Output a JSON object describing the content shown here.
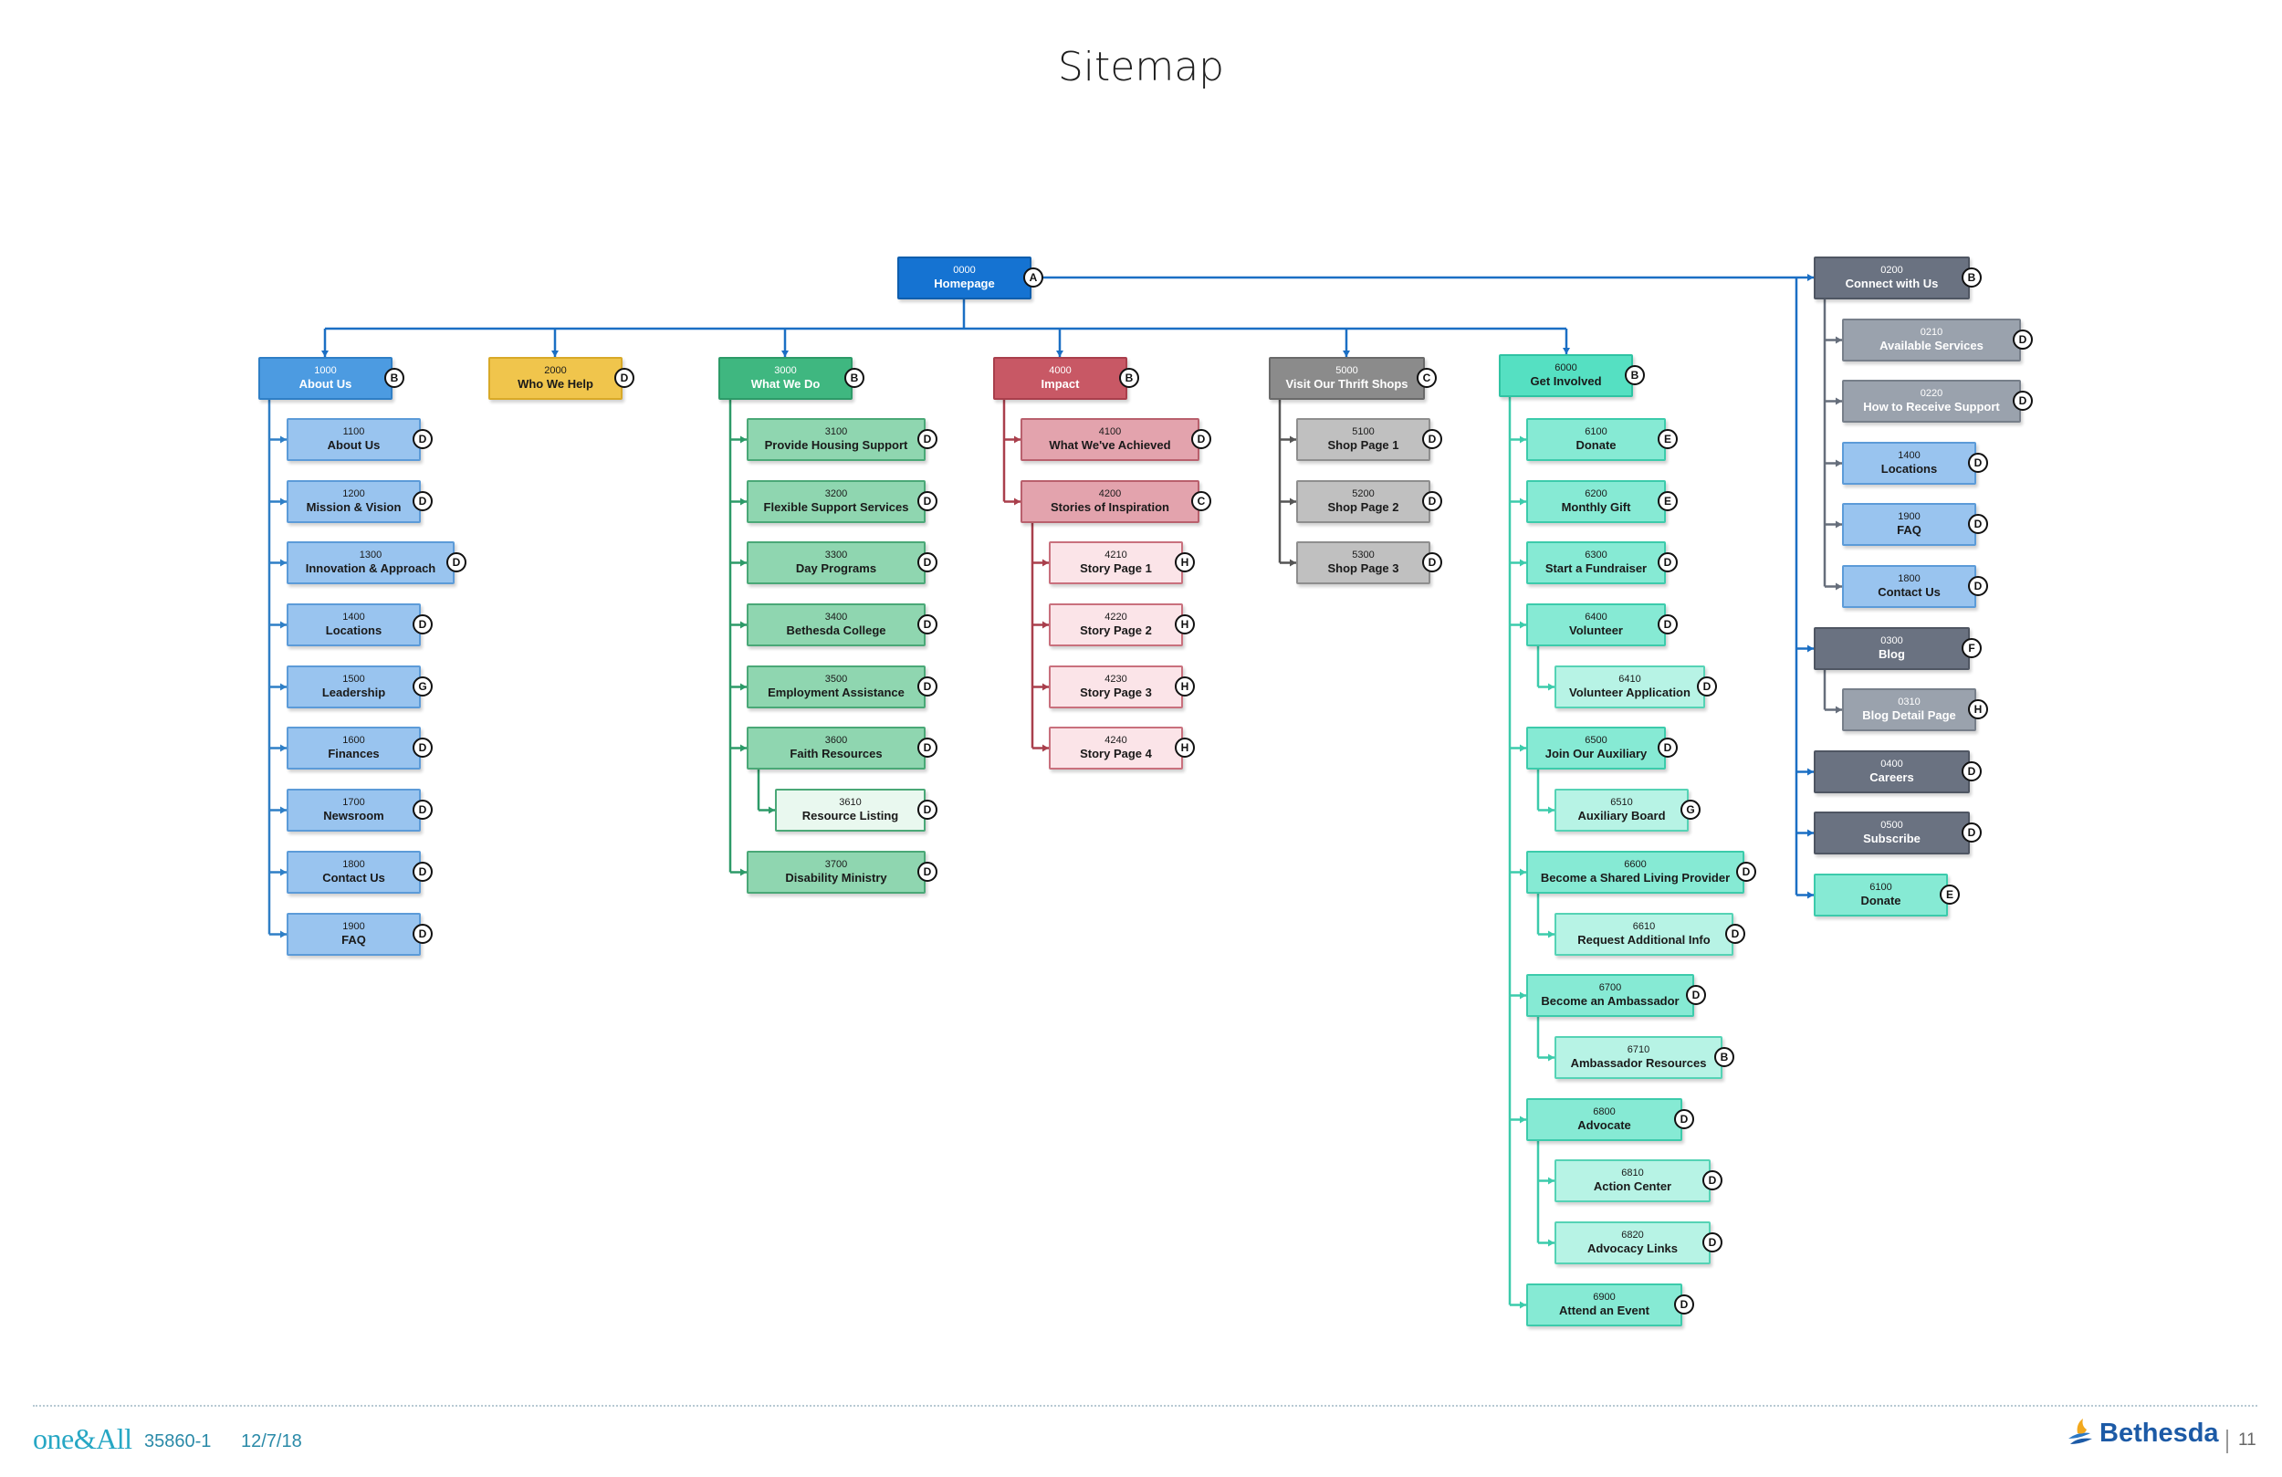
{
  "page": {
    "title": "Sitemap"
  },
  "colors": {
    "blue_dark": "#1573d2",
    "blue_mid": "#4c9be1",
    "blue_light": "#99c4ef",
    "yellow": "#f0c54c",
    "green_dark": "#3fb780",
    "green_mid": "#8fd6b0",
    "green_light": "#e9f8ef",
    "red_dark": "#c85865",
    "red_mid": "#e3a3ad",
    "red_light": "#fbe4e8",
    "gray_dark": "#8b8b8b",
    "gray_mid": "#c0c0c0",
    "teal_dark": "#55e0c2",
    "teal_mid": "#86ead4",
    "teal_light": "#b7f3e5",
    "slate": "#6a7281",
    "slate_mid": "#9aa2ad"
  },
  "nodes": [
    {
      "id": "0000",
      "code": "0000",
      "label": "Homepage",
      "badge": "A"
    },
    {
      "id": "1000",
      "code": "1000",
      "label": "About Us",
      "badge": "B"
    },
    {
      "id": "1100",
      "code": "1100",
      "label": "About Us",
      "badge": "D"
    },
    {
      "id": "1200",
      "code": "1200",
      "label": "Mission & Vision",
      "badge": "D"
    },
    {
      "id": "1300",
      "code": "1300",
      "label": "Innovation & Approach",
      "badge": "D"
    },
    {
      "id": "1400",
      "code": "1400",
      "label": "Locations",
      "badge": "D"
    },
    {
      "id": "1500",
      "code": "1500",
      "label": "Leadership",
      "badge": "G"
    },
    {
      "id": "1600",
      "code": "1600",
      "label": "Finances",
      "badge": "D"
    },
    {
      "id": "1700",
      "code": "1700",
      "label": "Newsroom",
      "badge": "D"
    },
    {
      "id": "1800",
      "code": "1800",
      "label": "Contact Us",
      "badge": "D"
    },
    {
      "id": "1900",
      "code": "1900",
      "label": "FAQ",
      "badge": "D"
    },
    {
      "id": "2000",
      "code": "2000",
      "label": "Who We Help",
      "badge": "D"
    },
    {
      "id": "3000",
      "code": "3000",
      "label": "What We Do",
      "badge": "B"
    },
    {
      "id": "3100",
      "code": "3100",
      "label": "Provide Housing Support",
      "badge": "D"
    },
    {
      "id": "3200",
      "code": "3200",
      "label": "Flexible Support Services",
      "badge": "D"
    },
    {
      "id": "3300",
      "code": "3300",
      "label": "Day Programs",
      "badge": "D"
    },
    {
      "id": "3400",
      "code": "3400",
      "label": "Bethesda College",
      "badge": "D"
    },
    {
      "id": "3500",
      "code": "3500",
      "label": "Employment Assistance",
      "badge": "D"
    },
    {
      "id": "3600",
      "code": "3600",
      "label": "Faith Resources",
      "badge": "D"
    },
    {
      "id": "3610",
      "code": "3610",
      "label": "Resource Listing",
      "badge": "D"
    },
    {
      "id": "3700",
      "code": "3700",
      "label": "Disability Ministry",
      "badge": "D"
    },
    {
      "id": "4000",
      "code": "4000",
      "label": "Impact",
      "badge": "B"
    },
    {
      "id": "4100",
      "code": "4100",
      "label": "What We've Achieved",
      "badge": "D"
    },
    {
      "id": "4200",
      "code": "4200",
      "label": "Stories of Inspiration",
      "badge": "C"
    },
    {
      "id": "4210",
      "code": "4210",
      "label": "Story Page 1",
      "badge": "H"
    },
    {
      "id": "4220",
      "code": "4220",
      "label": "Story Page 2",
      "badge": "H"
    },
    {
      "id": "4230",
      "code": "4230",
      "label": "Story Page 3",
      "badge": "H"
    },
    {
      "id": "4240",
      "code": "4240",
      "label": "Story Page 4",
      "badge": "H"
    },
    {
      "id": "5000",
      "code": "5000",
      "label": "Visit Our Thrift Shops",
      "badge": "C"
    },
    {
      "id": "5100",
      "code": "5100",
      "label": "Shop Page 1",
      "badge": "D"
    },
    {
      "id": "5200",
      "code": "5200",
      "label": "Shop Page 2",
      "badge": "D"
    },
    {
      "id": "5300",
      "code": "5300",
      "label": "Shop Page 3",
      "badge": "D"
    },
    {
      "id": "6000",
      "code": "6000",
      "label": "Get Involved",
      "badge": "B"
    },
    {
      "id": "6100",
      "code": "6100",
      "label": "Donate",
      "badge": "E"
    },
    {
      "id": "6200",
      "code": "6200",
      "label": "Monthly Gift",
      "badge": "E"
    },
    {
      "id": "6300",
      "code": "6300",
      "label": "Start a Fundraiser",
      "badge": "D"
    },
    {
      "id": "6400",
      "code": "6400",
      "label": "Volunteer",
      "badge": "D"
    },
    {
      "id": "6410",
      "code": "6410",
      "label": "Volunteer Application",
      "badge": "D"
    },
    {
      "id": "6500",
      "code": "6500",
      "label": "Join Our Auxiliary",
      "badge": "D"
    },
    {
      "id": "6510",
      "code": "6510",
      "label": "Auxiliary Board",
      "badge": "G"
    },
    {
      "id": "6600",
      "code": "6600",
      "label": "Become a Shared Living Provider",
      "badge": "D"
    },
    {
      "id": "6610",
      "code": "6610",
      "label": "Request Additional Info",
      "badge": "D"
    },
    {
      "id": "6700",
      "code": "6700",
      "label": "Become an Ambassador",
      "badge": "D"
    },
    {
      "id": "6710",
      "code": "6710",
      "label": "Ambassador Resources",
      "badge": "B"
    },
    {
      "id": "6800",
      "code": "6800",
      "label": "Advocate",
      "badge": "D"
    },
    {
      "id": "6810",
      "code": "6810",
      "label": "Action Center",
      "badge": "D"
    },
    {
      "id": "6820",
      "code": "6820",
      "label": "Advocacy Links",
      "badge": "D"
    },
    {
      "id": "6900",
      "code": "6900",
      "label": "Attend an Event",
      "badge": "D"
    },
    {
      "id": "0200",
      "code": "0200",
      "label": "Connect with Us",
      "badge": "B"
    },
    {
      "id": "0210",
      "code": "0210",
      "label": "Available Services",
      "badge": "D"
    },
    {
      "id": "0220",
      "code": "0220",
      "label": "How to Receive Support",
      "badge": "D"
    },
    {
      "id": "r1400",
      "code": "1400",
      "label": "Locations",
      "badge": "D"
    },
    {
      "id": "r1900",
      "code": "1900",
      "label": "FAQ",
      "badge": "D"
    },
    {
      "id": "r1800",
      "code": "1800",
      "label": "Contact Us",
      "badge": "D"
    },
    {
      "id": "0300",
      "code": "0300",
      "label": "Blog",
      "badge": "F"
    },
    {
      "id": "0310",
      "code": "0310",
      "label": "Blog Detail Page",
      "badge": "H"
    },
    {
      "id": "0400",
      "code": "0400",
      "label": "Careers",
      "badge": "D"
    },
    {
      "id": "0500",
      "code": "0500",
      "label": "Subscribe",
      "badge": "D"
    },
    {
      "id": "r6100",
      "code": "6100",
      "label": "Donate",
      "badge": "E"
    }
  ],
  "footer": {
    "brand": "one&All",
    "doc_id": "35860-1",
    "date": "12/7/18",
    "org": "Bethesda",
    "page_number": "11"
  }
}
